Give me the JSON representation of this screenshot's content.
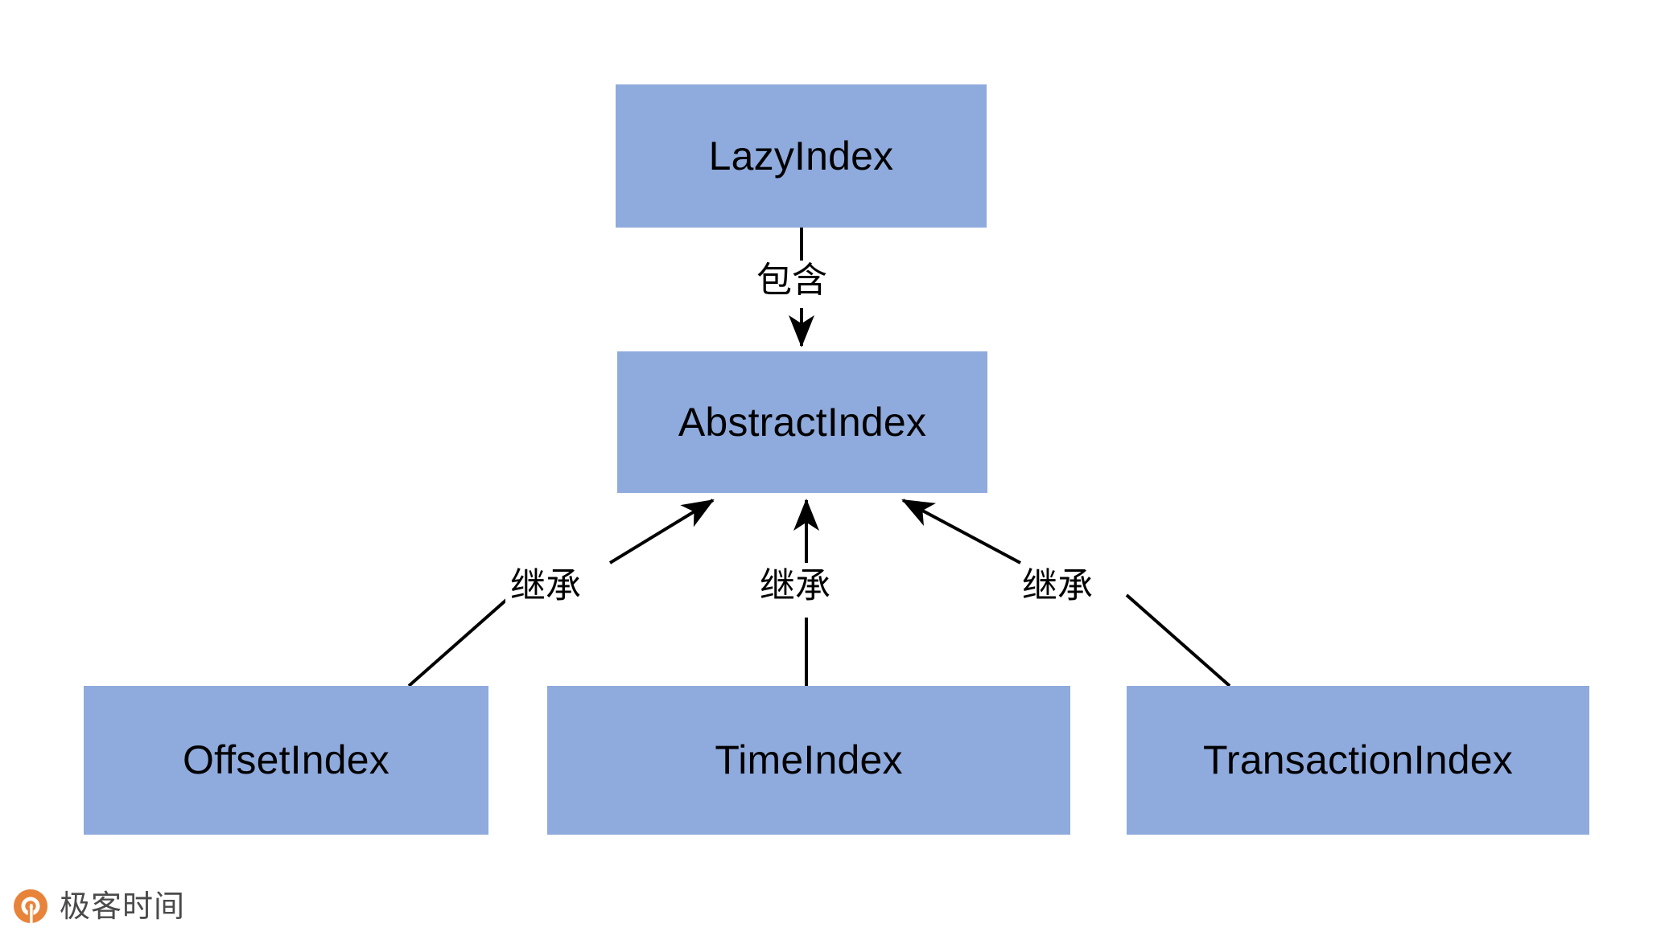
{
  "diagram": {
    "type": "class-hierarchy",
    "background_color": "#ffffff",
    "node_fill_color": "#8FAADC",
    "node_text_color": "#000000",
    "edge_color": "#000000",
    "nodes": [
      {
        "id": "lazyindex",
        "label": "LazyIndex",
        "row": "top"
      },
      {
        "id": "abstractindex",
        "label": "AbstractIndex",
        "row": "middle"
      },
      {
        "id": "offsetindex",
        "label": "OffsetIndex",
        "row": "bottom"
      },
      {
        "id": "timeindex",
        "label": "TimeIndex",
        "row": "bottom"
      },
      {
        "id": "transactionindex",
        "label": "TransactionIndex",
        "row": "bottom"
      }
    ],
    "edges": [
      {
        "id": "contains",
        "from": "lazyindex",
        "to": "abstractindex",
        "label": "包含"
      },
      {
        "id": "inherit-left",
        "from": "offsetindex",
        "to": "abstractindex",
        "label": "继承"
      },
      {
        "id": "inherit-mid",
        "from": "timeindex",
        "to": "abstractindex",
        "label": "继承"
      },
      {
        "id": "inherit-right",
        "from": "transactionindex",
        "to": "abstractindex",
        "label": "继承"
      }
    ]
  },
  "watermark": {
    "text": "极客时间",
    "logo_color": "#E8833A",
    "icon": "geektime-logo-icon"
  }
}
